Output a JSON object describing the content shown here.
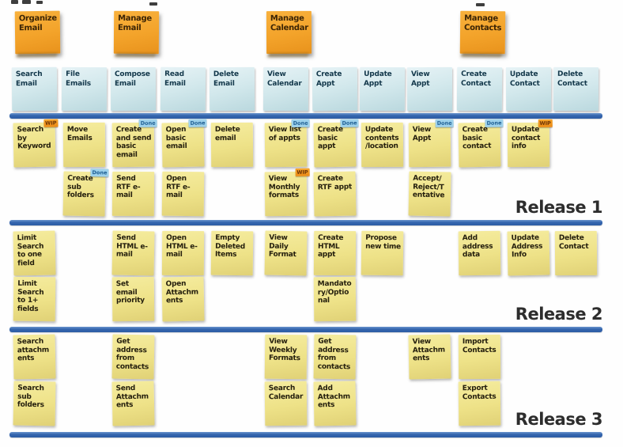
{
  "board": {
    "tag_labels": {
      "done": "Done",
      "wip": "WIP"
    },
    "colors": {
      "epic_note": "#f3a32a",
      "feature_note": "#cfe7eb",
      "story_note": "#eee288",
      "divider_line": "#3465ae",
      "done_tag": "#9ed2ec",
      "wip_tag": "#ef9a1f"
    },
    "epics": [
      {
        "label": "Organize\nEmail",
        "col": 0
      },
      {
        "label": "Manage\nEmail",
        "col": 2
      },
      {
        "label": "Manage\nCalendar",
        "col": 5
      },
      {
        "label": "Manage\nContacts",
        "col": 9
      }
    ],
    "features": [
      {
        "label": "Search\nEmail",
        "col": 0
      },
      {
        "label": "File\nEmails",
        "col": 1
      },
      {
        "label": "Compose\nEmail",
        "col": 2
      },
      {
        "label": "Read\nEmail",
        "col": 3
      },
      {
        "label": "Delete\nEmail",
        "col": 4
      },
      {
        "label": "View\nCalendar",
        "col": 5
      },
      {
        "label": "Create\nAppt",
        "col": 6
      },
      {
        "label": "Update\nAppt",
        "col": 7
      },
      {
        "label": "View\nAppt",
        "col": 8
      },
      {
        "label": "Create\nContact",
        "col": 9
      },
      {
        "label": "Update\nContact",
        "col": 10
      },
      {
        "label": "Delete\nContact",
        "col": 11
      }
    ],
    "releases": [
      {
        "label": "Release 1",
        "stories": [
          {
            "col": 0,
            "row": 0,
            "text": "Search\nby\nKeyword",
            "tag": "wip"
          },
          {
            "col": 1,
            "row": 0,
            "text": "Move\nEmails",
            "tag": null
          },
          {
            "col": 2,
            "row": 0,
            "text": "Create\nand send\nbasic\nemail",
            "tag": "done"
          },
          {
            "col": 3,
            "row": 0,
            "text": "Open\nbasic\nemail",
            "tag": "done"
          },
          {
            "col": 4,
            "row": 0,
            "text": "Delete\nemail",
            "tag": null
          },
          {
            "col": 5,
            "row": 0,
            "text": "View list\nof appts",
            "tag": "done"
          },
          {
            "col": 6,
            "row": 0,
            "text": "Create\nbasic\nappt",
            "tag": "done"
          },
          {
            "col": 7,
            "row": 0,
            "text": "Update\ncontents\n/location",
            "tag": null
          },
          {
            "col": 8,
            "row": 0,
            "text": "View\nAppt",
            "tag": "done"
          },
          {
            "col": 9,
            "row": 0,
            "text": "Create\nbasic\ncontact",
            "tag": "done"
          },
          {
            "col": 10,
            "row": 0,
            "text": "Update\ncontact\ninfo",
            "tag": "wip"
          },
          {
            "col": 1,
            "row": 1,
            "text": "Create\nsub\nfolders",
            "tag": "done"
          },
          {
            "col": 2,
            "row": 1,
            "text": "Send\nRTF e-\nmail",
            "tag": null
          },
          {
            "col": 3,
            "row": 1,
            "text": "Open\nRTF e-\nmail",
            "tag": null
          },
          {
            "col": 5,
            "row": 1,
            "text": "View\nMonthly\nformats",
            "tag": "wip"
          },
          {
            "col": 6,
            "row": 1,
            "text": "Create\nRTF appt",
            "tag": null
          },
          {
            "col": 8,
            "row": 1,
            "text": "Accept/\nReject/T\nentative",
            "tag": null
          }
        ]
      },
      {
        "label": "Release 2",
        "stories": [
          {
            "col": 0,
            "row": 0,
            "text": "Limit\nSearch\nto one\nfield",
            "tag": null
          },
          {
            "col": 2,
            "row": 0,
            "text": "Send\nHTML e-\nmail",
            "tag": null
          },
          {
            "col": 3,
            "row": 0,
            "text": "Open\nHTML e-\nmail",
            "tag": null
          },
          {
            "col": 4,
            "row": 0,
            "text": "Empty\nDeleted\nItems",
            "tag": null
          },
          {
            "col": 5,
            "row": 0,
            "text": "View\nDaily\nFormat",
            "tag": null
          },
          {
            "col": 6,
            "row": 0,
            "text": "Create\nHTML\nappt",
            "tag": null
          },
          {
            "col": 7,
            "row": 0,
            "text": "Propose\nnew time",
            "tag": null
          },
          {
            "col": 9,
            "row": 0,
            "text": "Add\naddress\ndata",
            "tag": null
          },
          {
            "col": 10,
            "row": 0,
            "text": "Update\nAddress\nInfo",
            "tag": null
          },
          {
            "col": 11,
            "row": 0,
            "text": "Delete\nContact",
            "tag": null
          },
          {
            "col": 0,
            "row": 1,
            "text": "Limit\nSearch\nto 1+\nfields",
            "tag": null
          },
          {
            "col": 2,
            "row": 1,
            "text": "Set\nemail\npriority",
            "tag": null
          },
          {
            "col": 3,
            "row": 1,
            "text": "Open\nAttachm\nents",
            "tag": null
          },
          {
            "col": 6,
            "row": 1,
            "text": "Mandato\nry/Optio\nnal",
            "tag": null
          }
        ]
      },
      {
        "label": "Release 3",
        "stories": [
          {
            "col": 0,
            "row": 0,
            "text": "Search\nattachm\nents",
            "tag": null
          },
          {
            "col": 2,
            "row": 0,
            "text": "Get\naddress\nfrom\ncontacts",
            "tag": null
          },
          {
            "col": 5,
            "row": 0,
            "text": "View\nWeekly\nFormats",
            "tag": null
          },
          {
            "col": 6,
            "row": 0,
            "text": "Get\naddress\nfrom\ncontacts",
            "tag": null
          },
          {
            "col": 8,
            "row": 0,
            "text": "View\nAttachm\nents",
            "tag": null
          },
          {
            "col": 9,
            "row": 0,
            "text": "Import\nContacts",
            "tag": null
          },
          {
            "col": 0,
            "row": 1,
            "text": "Search\nsub\nfolders",
            "tag": null
          },
          {
            "col": 2,
            "row": 1,
            "text": "Send\nAttachm\nents",
            "tag": null
          },
          {
            "col": 5,
            "row": 1,
            "text": "Search\nCalendar",
            "tag": null
          },
          {
            "col": 6,
            "row": 1,
            "text": "Add\nAttachm\nents",
            "tag": null
          },
          {
            "col": 9,
            "row": 1,
            "text": "Export\nContacts",
            "tag": null
          }
        ]
      }
    ]
  }
}
